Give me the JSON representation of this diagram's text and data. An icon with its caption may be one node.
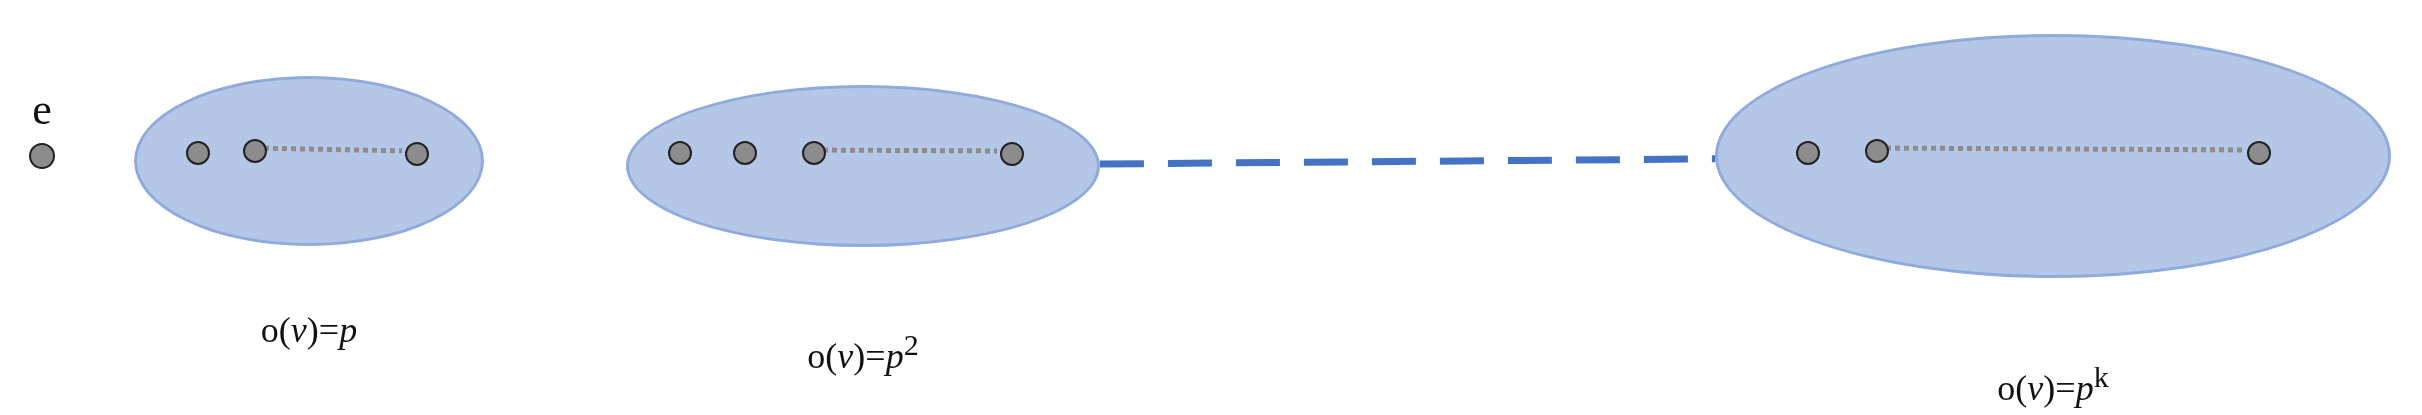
{
  "diagram": {
    "nodes": [
      {
        "text": [],
        "shape": "circle",
        "beside": [
          "e"
        ]
      },
      {
        "text": [],
        "shape": "ellipse",
        "beside": [
          "o(*v*)=*p*"
        ]
      },
      {
        "text": [],
        "shape": "circle",
        "in": 1
      },
      {
        "text": [],
        "shape": "circle",
        "in": 1
      },
      {
        "text": [],
        "shape": "circle",
        "in": 1
      },
      {
        "text": [],
        "shape": "ellipse",
        "beside": [
          "o(*v*)=*p*$^{2}$"
        ]
      },
      {
        "text": [],
        "shape": "circle",
        "in": 5
      },
      {
        "text": [],
        "shape": "circle",
        "in": 5
      },
      {
        "text": [],
        "shape": "circle",
        "in": 5
      },
      {
        "text": [],
        "shape": "circle",
        "in": 5
      },
      {
        "text": [],
        "shape": "ellipse",
        "beside": [
          "o(*v*)=*p*$^{k}$"
        ]
      },
      {
        "text": [],
        "shape": "circle",
        "in": 10
      },
      {
        "text": [],
        "shape": "circle",
        "in": 10
      },
      {
        "text": [],
        "shape": "circle",
        "in": 10
      }
    ],
    "edges": [
      {
        "from": 3,
        "to": 4,
        "arrow": "none",
        "style": "dashed"
      },
      {
        "from": 8,
        "to": 9,
        "arrow": "none",
        "style": "dashed"
      },
      {
        "from": 5,
        "to": 10,
        "arrow": "none",
        "style": "dashed",
        "color": "#4472c4"
      },
      {
        "from": 12,
        "to": 13,
        "arrow": "none",
        "style": "dashed"
      }
    ]
  }
}
